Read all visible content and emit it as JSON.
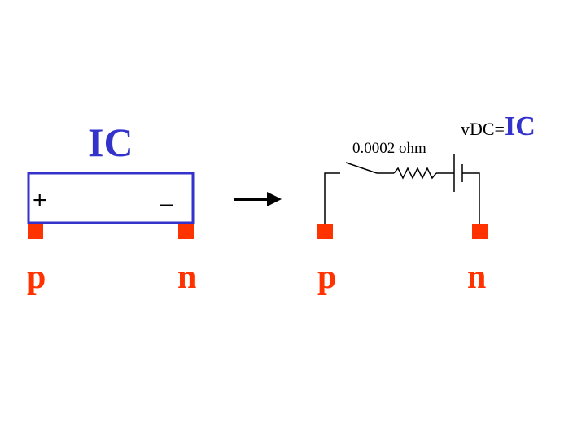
{
  "colors": {
    "accent_blue": "#3333cc",
    "terminal_red": "#ff3300",
    "line_black": "#000000"
  },
  "left": {
    "title": "IC",
    "plus_sign": "+",
    "minus_sign": "–",
    "pin_p": "p",
    "pin_n": "n"
  },
  "right": {
    "resistor_label": "0.0002 ohm",
    "source_label": "vDC=",
    "source_value": "IC",
    "pin_p": "p",
    "pin_n": "n"
  },
  "icons": {
    "arrow": "right-arrow-icon",
    "switch": "switch-icon",
    "resistor": "resistor-icon",
    "battery": "battery-icon"
  }
}
